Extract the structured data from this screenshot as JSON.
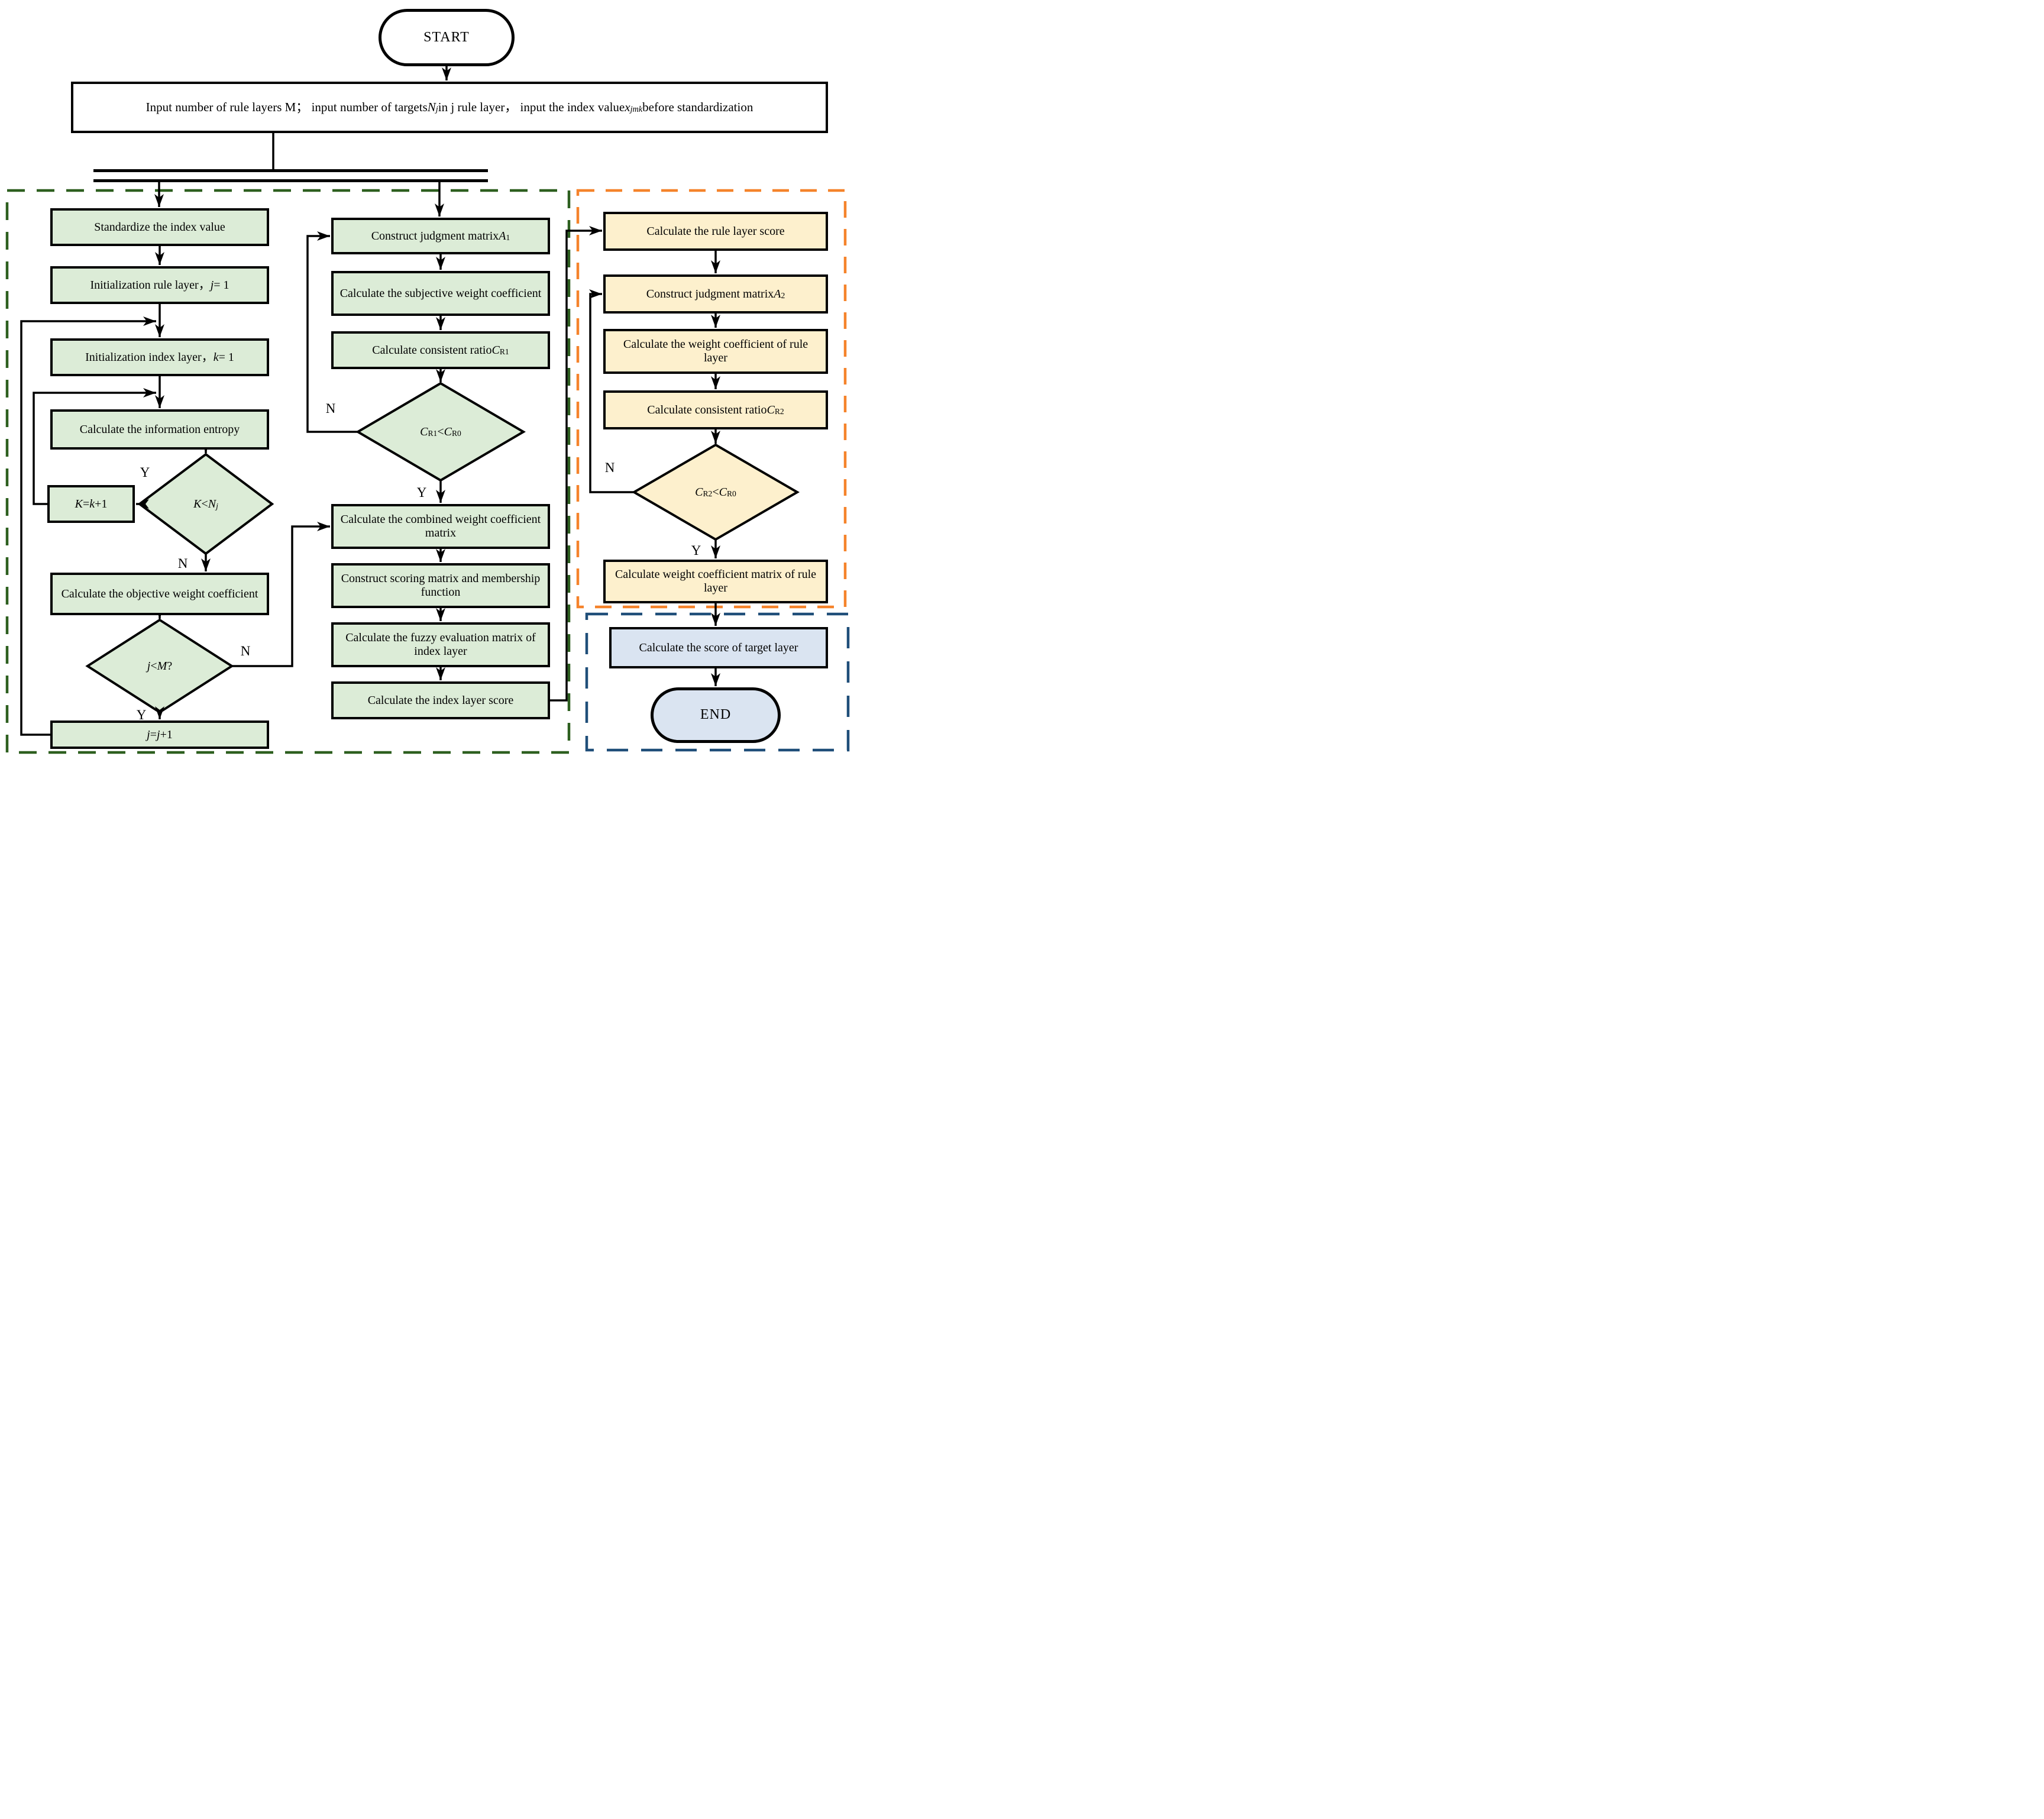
{
  "colors": {
    "green_fill": "#dcecd7",
    "yellow_fill": "#fdf0cd",
    "blue_fill": "#dae4f1",
    "green_dash": "#2d5f1f",
    "orange_dash": "#f5832b",
    "blue_dash": "#1f4e79",
    "line": "#000000"
  },
  "flowchart": {
    "start": {
      "segs": [
        [
          "START",
          ""
        ]
      ]
    },
    "input": {
      "segs": [
        [
          "Input number of rule layers M；  input number of targets ",
          ""
        ],
        [
          "N",
          "i"
        ],
        [
          "j",
          "is"
        ],
        [
          " in j rule layer，  input the index value ",
          ""
        ],
        [
          "x",
          "i"
        ],
        [
          "jmk",
          "is"
        ],
        [
          " before standardization",
          ""
        ]
      ]
    },
    "left": {
      "standardize": {
        "segs": [
          [
            "Standardize the index value",
            ""
          ]
        ]
      },
      "init_rule": {
        "segs": [
          [
            "Initialization rule layer， ",
            ""
          ],
          [
            "j",
            "i"
          ],
          [
            " = 1",
            ""
          ]
        ]
      },
      "init_index": {
        "segs": [
          [
            "Initialization index layer， ",
            ""
          ],
          [
            "k",
            "i"
          ],
          [
            " = 1",
            ""
          ]
        ]
      },
      "entropy": {
        "segs": [
          [
            "Calculate the information entropy",
            ""
          ]
        ]
      },
      "k_decision": {
        "segs": [
          [
            "K",
            "i"
          ],
          [
            " < ",
            ""
          ],
          [
            "N",
            "i"
          ],
          [
            "j",
            "is"
          ]
        ]
      },
      "k_increment": {
        "segs": [
          [
            "K",
            "i"
          ],
          [
            " = ",
            ""
          ],
          [
            "k",
            "i"
          ],
          [
            "+1",
            ""
          ]
        ]
      },
      "objective_weight": {
        "segs": [
          [
            "Calculate the objective weight coefficient",
            ""
          ]
        ]
      },
      "j_decision": {
        "segs": [
          [
            "j",
            "i"
          ],
          [
            " < ",
            ""
          ],
          [
            "M",
            "i"
          ],
          [
            " ?",
            ""
          ]
        ]
      },
      "j_increment": {
        "segs": [
          [
            "j",
            "i"
          ],
          [
            " = ",
            ""
          ],
          [
            "j",
            "i"
          ],
          [
            "+1",
            ""
          ]
        ]
      }
    },
    "middle": {
      "judgment_a1": {
        "segs": [
          [
            "Construct judgment matrix ",
            ""
          ],
          [
            "A",
            "i"
          ],
          [
            "1",
            "s"
          ]
        ]
      },
      "subjective_weight": {
        "segs": [
          [
            "Calculate the subjective weight coefficient",
            ""
          ]
        ]
      },
      "consistent_cr1": {
        "segs": [
          [
            "Calculate consistent ratio ",
            ""
          ],
          [
            "C",
            "i"
          ],
          [
            "R1",
            "s"
          ]
        ]
      },
      "cr1_decision": {
        "segs": [
          [
            "C",
            "i"
          ],
          [
            "R1",
            "s"
          ],
          [
            " < ",
            ""
          ],
          [
            "C",
            "i"
          ],
          [
            "R0",
            "s"
          ]
        ]
      },
      "combined_weight": {
        "segs": [
          [
            "Calculate the combined weight coefficient matrix",
            ""
          ]
        ]
      },
      "scoring_matrix": {
        "segs": [
          [
            "Construct scoring matrix and membership function",
            ""
          ]
        ]
      },
      "fuzzy_matrix": {
        "segs": [
          [
            "Calculate the fuzzy evaluation matrix of index layer",
            ""
          ]
        ]
      },
      "index_score": {
        "segs": [
          [
            "Calculate the index layer score",
            ""
          ]
        ]
      }
    },
    "right": {
      "rule_score": {
        "segs": [
          [
            "Calculate the rule layer score",
            ""
          ]
        ]
      },
      "judgment_a2": {
        "segs": [
          [
            "Construct judgment matrix ",
            ""
          ],
          [
            "A",
            "i"
          ],
          [
            "2",
            "s"
          ]
        ]
      },
      "rule_weight": {
        "segs": [
          [
            "Calculate the weight coefficient of rule layer",
            ""
          ]
        ]
      },
      "consistent_cr2": {
        "segs": [
          [
            "Calculate consistent ratio ",
            ""
          ],
          [
            "C",
            "i"
          ],
          [
            "R2",
            "s"
          ]
        ]
      },
      "cr2_decision": {
        "segs": [
          [
            "C",
            "i"
          ],
          [
            "R2",
            "s"
          ],
          [
            " < ",
            ""
          ],
          [
            "C",
            "i"
          ],
          [
            "R0",
            "s"
          ]
        ]
      },
      "rule_weight_matrix": {
        "segs": [
          [
            "Calculate weight coefficient matrix of rule layer",
            ""
          ]
        ]
      }
    },
    "bottom": {
      "target_score": {
        "segs": [
          [
            "Calculate the score of target layer",
            ""
          ]
        ]
      },
      "end": {
        "segs": [
          [
            "END",
            ""
          ]
        ]
      }
    },
    "branch_labels": {
      "k_yes": "Y",
      "k_no": "N",
      "j_yes": "Y",
      "j_no": "N",
      "cr1_yes": "Y",
      "cr1_no": "N",
      "cr2_yes": "Y",
      "cr2_no": "N"
    }
  }
}
